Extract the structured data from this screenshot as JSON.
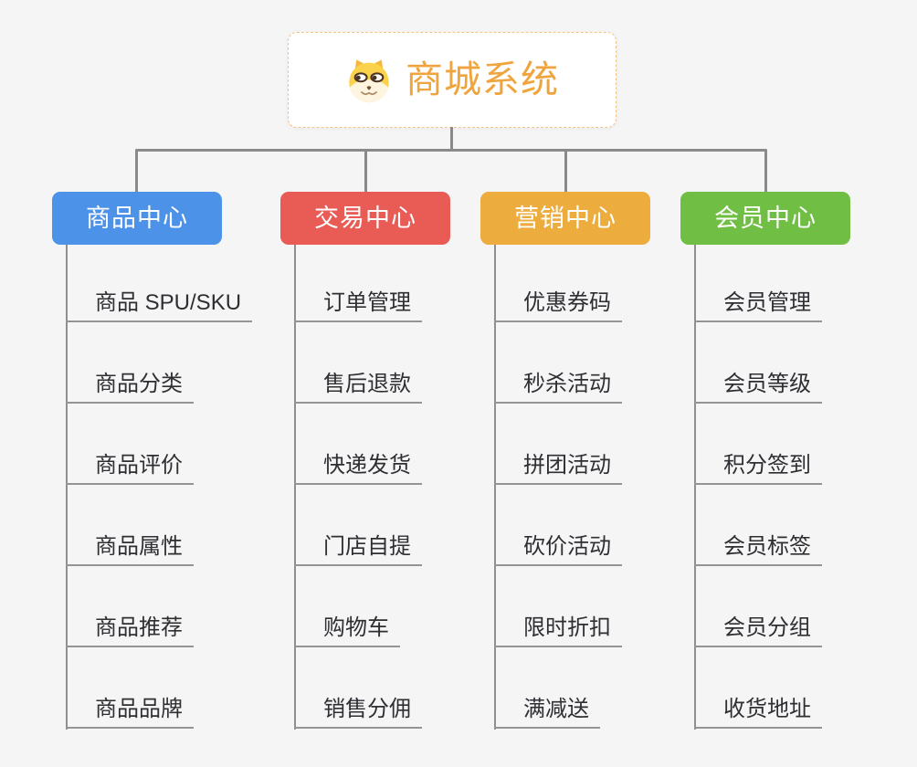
{
  "canvas": {
    "background_color": "#F5F5F5",
    "connector_color": "#8A8A8A",
    "underline_color": "#949494"
  },
  "root": {
    "title": "商城系统",
    "icon": "dog-face-icon",
    "accent_color": "#F0A43E",
    "border_color": "#F2C488"
  },
  "branches": [
    {
      "label": "商品中心",
      "color": "#4B92E8",
      "items": [
        "商品 SPU/SKU",
        "商品分类",
        "商品评价",
        "商品属性",
        "商品推荐",
        "商品品牌"
      ]
    },
    {
      "label": "交易中心",
      "color": "#E95B55",
      "items": [
        "订单管理",
        "售后退款",
        "快递发货",
        "门店自提",
        "购物车",
        "销售分佣"
      ]
    },
    {
      "label": "营销中心",
      "color": "#ECAC3E",
      "items": [
        "优惠券码",
        "秒杀活动",
        "拼团活动",
        "砍价活动",
        "限时折扣",
        "满减送"
      ]
    },
    {
      "label": "会员中心",
      "color": "#70BF44",
      "items": [
        "会员管理",
        "会员等级",
        "积分签到",
        "会员标签",
        "会员分组",
        "收货地址"
      ]
    }
  ]
}
